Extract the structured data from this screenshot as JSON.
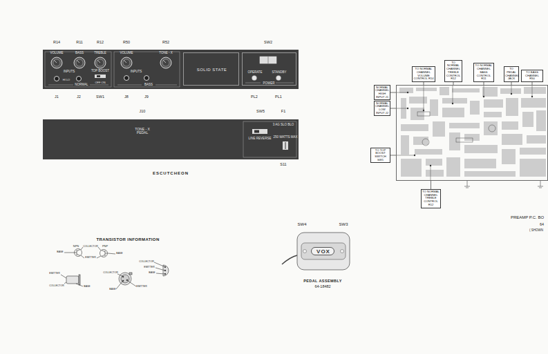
{
  "diagram": {
    "nodes": [
      {
        "text": [
          "VOLUME",
          "BASS",
          "TREBLE",
          "INPUTS",
          "NORMAL",
          "HI LO",
          "TOP BOOST",
          "OFF ON",
          "VOLUME",
          "TONE - X",
          "INPUTS",
          "BASS"
        ]
      },
      {
        "text": [
          "SOLID STATE"
        ],
        "in": 0
      },
      {
        "text": [
          "OPERATE",
          "STANDBY",
          "POWER"
        ],
        "in": 0
      },
      {
        "text": [
          "TONE - X PEDAL",
          "LINE REVERSE",
          "3 AG SLO BLO",
          "250 WATTS MAX"
        ]
      },
      {
        "text": [
          "VOX"
        ]
      },
      {
        "text": [
          "PREAMP P.C. BO",
          "64",
          "( SHOWN"
        ]
      },
      {
        "text": [
          "TO NORMAL CHANNEL VOLUME CONTROL R14"
        ]
      },
      {
        "text": [
          "TO NORMAL CHANNEL TREBLE CONTROL R12"
        ]
      },
      {
        "text": [
          "TO NORMAL CHANNEL BASS CONTROL R11"
        ]
      },
      {
        "text": [
          "TO PEDAL CHANNEL JACK"
        ]
      },
      {
        "text": [
          "TO BASS CHANNEL R50"
        ]
      },
      {
        "text": [
          "NORMAL CHANNEL HIGH INPUT J1"
        ]
      },
      {
        "text": [
          "NORMAL CHANNEL LOW INPUT J2"
        ]
      },
      {
        "text": [
          "TO TOP BOOST SWITCH SW1"
        ]
      },
      {
        "text": [
          "TO NORMAL CHANNEL TREBLE CONTROL R12"
        ]
      }
    ],
    "edges": [
      {
        "from": 6,
        "to": 5,
        "arrow": "none"
      },
      {
        "from": 7,
        "to": 5,
        "arrow": "none"
      },
      {
        "from": 8,
        "to": 5,
        "arrow": "none"
      },
      {
        "from": 9,
        "to": 5,
        "arrow": "none"
      },
      {
        "from": 10,
        "to": 5,
        "arrow": "none"
      },
      {
        "from": 11,
        "to": 5,
        "arrow": "none"
      },
      {
        "from": 12,
        "to": 5,
        "arrow": "none"
      },
      {
        "from": 13,
        "to": 5,
        "arrow": "none"
      },
      {
        "from": 14,
        "to": 5,
        "arrow": "none"
      }
    ],
    "labels": [
      "R14",
      "R11",
      "R12",
      "R50",
      "R52",
      "SW2",
      "J1",
      "J2",
      "SW1",
      "J8",
      "J9",
      "PL2",
      "PL1",
      "J10",
      "SW5",
      "F1",
      "S11",
      "ESCUTCHEON",
      "TRANSISTOR INFORMATION",
      "NPN",
      "COLLECTOR",
      "PNP",
      "BASE",
      "BASE",
      "EMITTER",
      "EMITTER",
      "COLLECTOR",
      "BASE",
      "COLLECTOR",
      "BASE",
      "EMITTER",
      "COLLECTOR",
      "EMITTER",
      "BASE",
      "SW4",
      "SW3",
      "PEDAL ASSEMBLY",
      "64-18482"
    ]
  }
}
